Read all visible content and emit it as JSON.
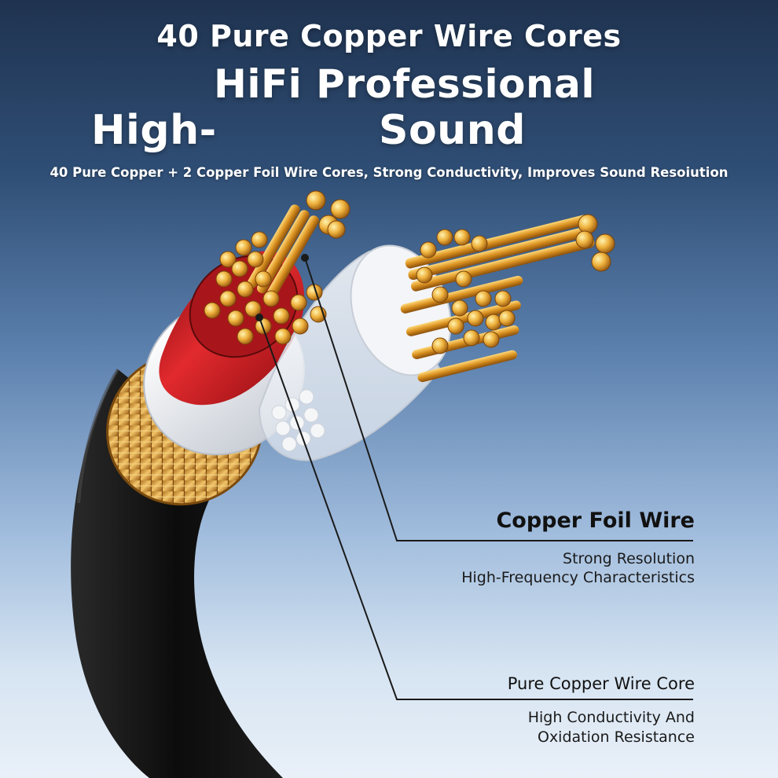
{
  "headline": {
    "line1": "40 Pure Copper Wire Cores",
    "line2": "HiFi Professional",
    "line3_left": "High-",
    "line3_right": "Sound",
    "subtitle": "40 Pure Copper + 2 Copper Foil Wire Cores, Strong Conductivity, Improves Sound Resoiution"
  },
  "callouts": [
    {
      "title": "Copper Foil Wire",
      "lines": [
        "Strong Resolution",
        "High-Frequency Characteristics"
      ]
    },
    {
      "title": "Pure Copper Wire Core",
      "lines": [
        "High Conductivity And",
        "Oxidation Resistance"
      ]
    }
  ],
  "colors": {
    "jacket": "#141414",
    "braid": "#c8923a",
    "red_insulation": "#c0151b",
    "white_insulation": "#eef0f2",
    "copper": "#e5a531"
  }
}
